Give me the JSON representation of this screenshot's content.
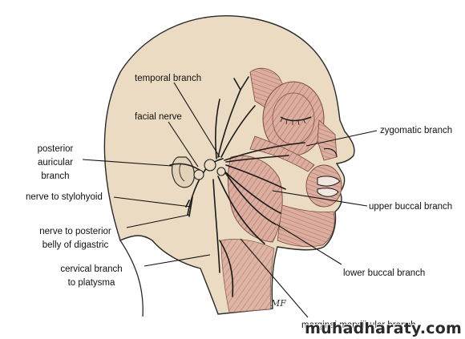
{
  "diagram": {
    "labels": {
      "temporal_branch": "temporal branch",
      "facial_nerve": "facial nerve",
      "posterior_auricular_l1": "posterior",
      "posterior_auricular_l2": "auricular",
      "posterior_auricular_l3": "branch",
      "nerve_to_stylohyoid": "nerve to stylohyoid",
      "digastric_l1": "nerve to posterior",
      "digastric_l2": "belly of digastric",
      "cervical_l1": "cervical branch",
      "cervical_l2": "to platysma",
      "zygomatic_branch": "zygomatic branch",
      "upper_buccal_branch": "upper buccal branch",
      "lower_buccal_branch": "lower buccal branch",
      "marginal_mandibular_branch": "marginal mandibular branch"
    },
    "signature": "MF",
    "watermark": "muhadharaty.com",
    "colors": {
      "skin": "#eadbc2",
      "muscle": "#d9a79c",
      "muscle_stripe": "#b5746a",
      "nerve": "#1a1a1a",
      "leader": "#111111"
    }
  }
}
